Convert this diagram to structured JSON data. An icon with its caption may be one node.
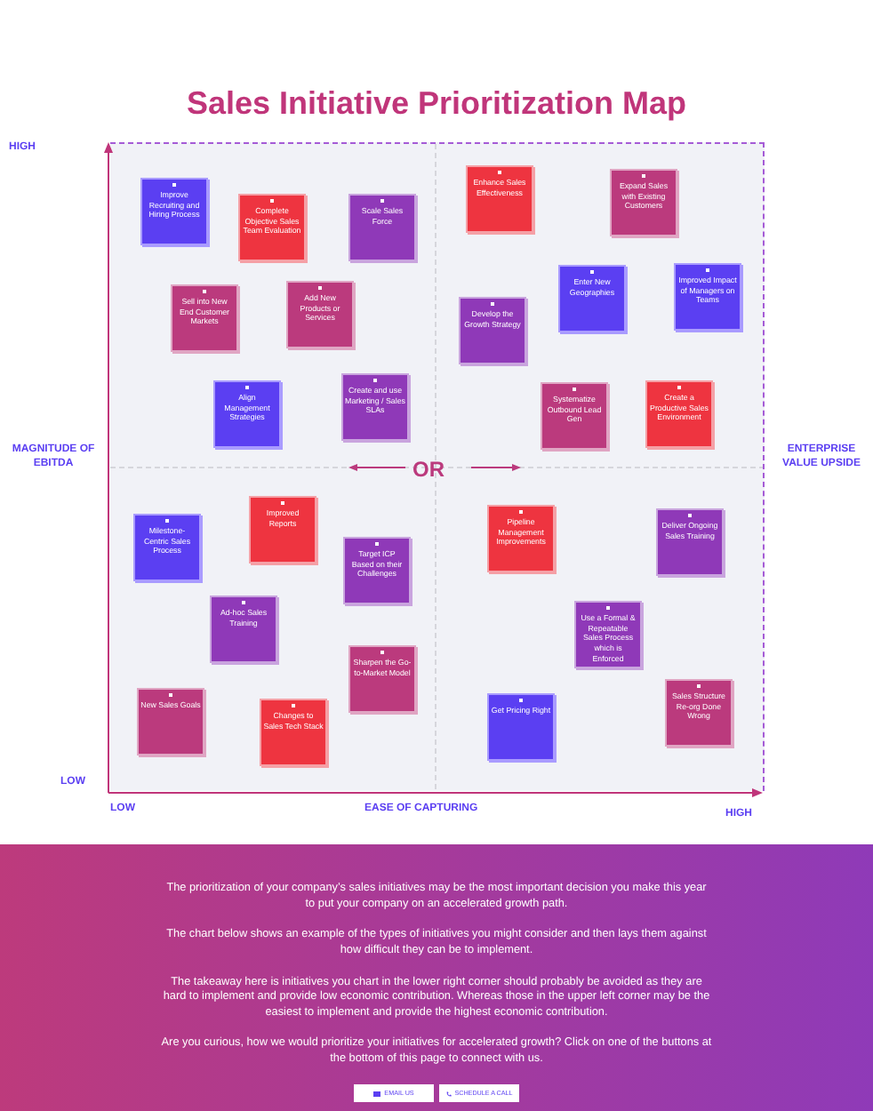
{
  "diagram": {
    "title": "Sales Initiative Prioritization Map",
    "nodes": [
      {
        "text": [
          "Improve Recruiting and Hiring Process"
        ]
      },
      {
        "text": [
          "Complete Objective Sales Team Evaluation"
        ]
      },
      {
        "text": [
          "Scale Sales Force"
        ]
      },
      {
        "text": [
          "Sell into New End Customer Markets"
        ]
      },
      {
        "text": [
          "Add New Products or Services"
        ]
      },
      {
        "text": [
          "Align Management Strategies"
        ]
      },
      {
        "text": [
          "Create and use Marketing / Sales SLAs"
        ]
      },
      {
        "text": [
          "Enhance Sales Effectiveness"
        ]
      },
      {
        "text": [
          "Expand Sales with Existing Customers"
        ]
      },
      {
        "text": [
          "Enter New Geographies"
        ]
      },
      {
        "text": [
          "Improved Impact of Managers on Teams"
        ]
      },
      {
        "text": [
          "Develop the Growth Strategy"
        ]
      },
      {
        "text": [
          "Systematize Outbound Lead Gen"
        ]
      },
      {
        "text": [
          "Create a Productive Sales Environment"
        ]
      },
      {
        "text": [
          "Milestone-Centric Sales Process"
        ]
      },
      {
        "text": [
          "Improved Reports"
        ]
      },
      {
        "text": [
          "Target ICP Based on their Challenges"
        ]
      },
      {
        "text": [
          "Ad-hoc Sales Training"
        ]
      },
      {
        "text": [
          "Sharpen the Go-to-Market Model"
        ]
      },
      {
        "text": [
          "New Sales Goals"
        ]
      },
      {
        "text": [
          "Changes to Sales Tech Stack"
        ]
      },
      {
        "text": [
          "Pipeline Management Improvements"
        ]
      },
      {
        "text": [
          "Deliver Ongoing Sales Training"
        ]
      },
      {
        "text": [
          "Use a Formal & Repeatable Sales Process which is Enforced"
        ]
      },
      {
        "text": [
          "Get Pricing Right"
        ]
      },
      {
        "text": [
          "Sales Structure Re-org Done Wrong"
        ]
      }
    ],
    "edges": [],
    "labels": [
      "HIGH",
      "MAGNITUDE OF EBITDA",
      "OR",
      "ENTERPRISE VALUE UPSIDE",
      "LOW",
      "LOW",
      "EASE OF CAPTURING",
      "HIGH",
      "The prioritization of your company’s sales initiatives may be the most  important decision you make this year to put your company on an  accelerated growth path.",
      "The chart below shows an example of the types of initiatives you might consider and then lays them against how difficult they can be to implement.",
      "The takeaway here is initiatives you chart in the lower right corner should probably be avoided as they are hard to implement and provide low economic contribution. Whereas those in the upper left corner may be the easiest to implement and provide the highest economic contribution.",
      "Are you curious, how we would prioritize your initiatives for accelerated growth?  Click on one of the buttons at the bottom of this page to connect with us.",
      "EMAIL US",
      "SCHEDULE A CALL"
    ]
  }
}
